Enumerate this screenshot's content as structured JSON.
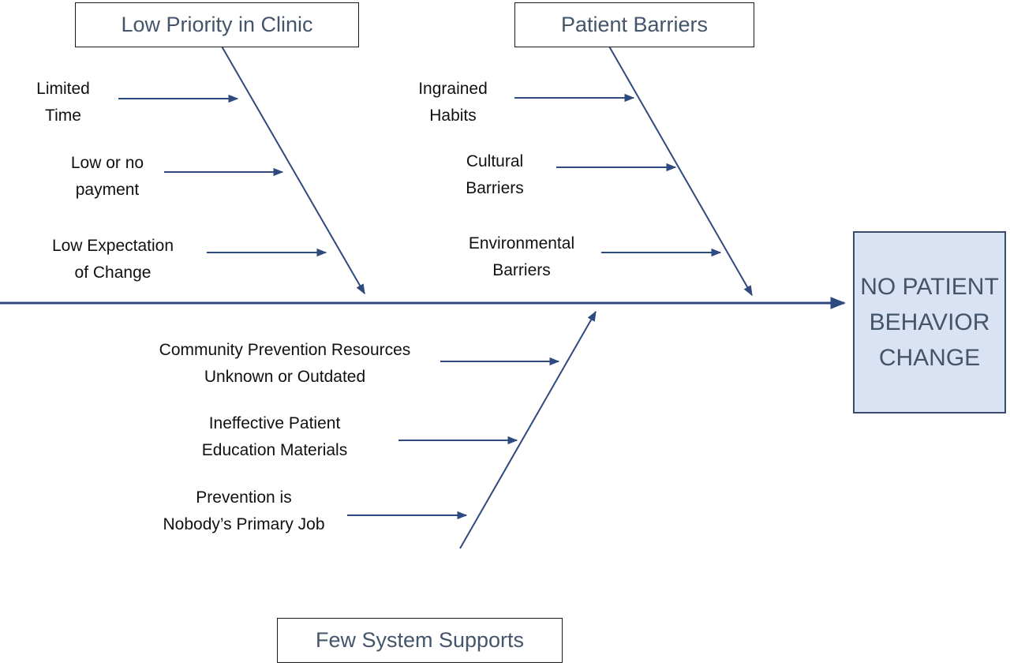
{
  "effect": {
    "lines": [
      "NO PATIENT",
      "BEHAVIOR",
      "CHANGE"
    ]
  },
  "categories": [
    {
      "label": "Low Priority in Clinic",
      "causes": [
        [
          "Limited",
          "Time"
        ],
        [
          "Low or no",
          "payment"
        ],
        [
          "Low Expectation",
          "of Change"
        ]
      ]
    },
    {
      "label": "Patient Barriers",
      "causes": [
        [
          "Ingrained",
          "Habits"
        ],
        [
          "Cultural",
          "Barriers"
        ],
        [
          "Environmental",
          "Barriers"
        ]
      ]
    },
    {
      "label": "Few System Supports",
      "causes": [
        [
          "Community Prevention Resources",
          "Unknown or Outdated"
        ],
        [
          "Ineffective Patient",
          "Education Materials"
        ],
        [
          "Prevention is",
          "Nobody’s Primary Job"
        ]
      ]
    }
  ],
  "colors": {
    "arrow": "#2f4a7e",
    "effect_fill": "#dae3f3",
    "box_text": "#44546a"
  }
}
